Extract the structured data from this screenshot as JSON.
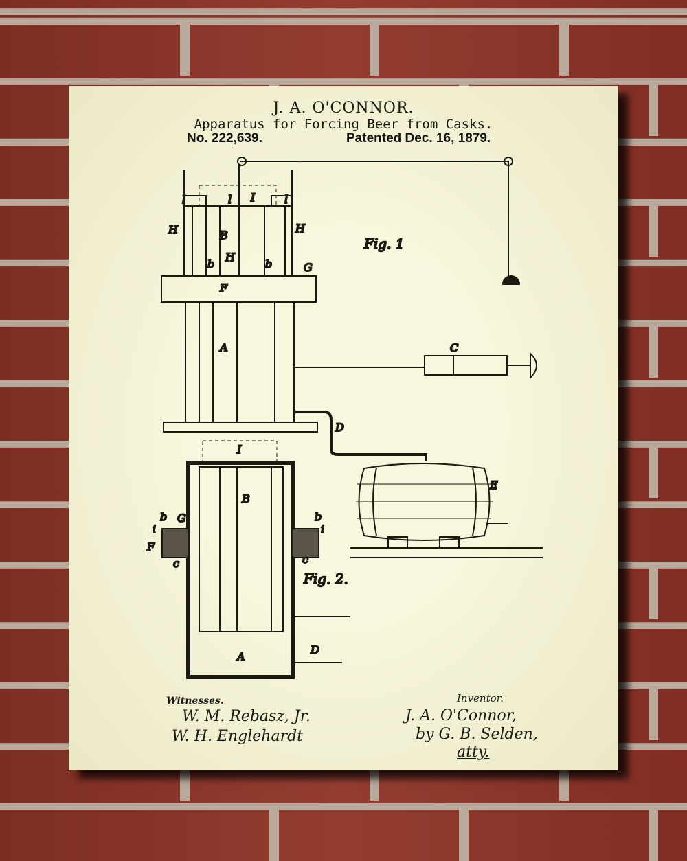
{
  "poster": {
    "inventor_heading": "J. A. O'CONNOR.",
    "title": "Apparatus for Forcing Beer from Casks.",
    "patent_number": "No. 222,639.",
    "patent_date": "Patented Dec. 16, 1879.",
    "figures": {
      "fig1": "Fig. 1",
      "fig2": "Fig. 2."
    },
    "labels": {
      "A": "A",
      "B": "B",
      "C": "C",
      "D": "D",
      "E": "E",
      "F": "F",
      "G": "G",
      "H": "H",
      "I": "I",
      "b": "b",
      "c": "c",
      "i": "i",
      "l": "l"
    },
    "witnesses_label": "Witnesses.",
    "witness_1": "W. M. Rebasz, Jr.",
    "witness_2": "W. H. Englehardt",
    "inventor_label": "Inventor.",
    "inventor_sig": "J. A. O'Connor,",
    "attorney_sig": "by G. B. Selden,",
    "atty": "atty."
  }
}
